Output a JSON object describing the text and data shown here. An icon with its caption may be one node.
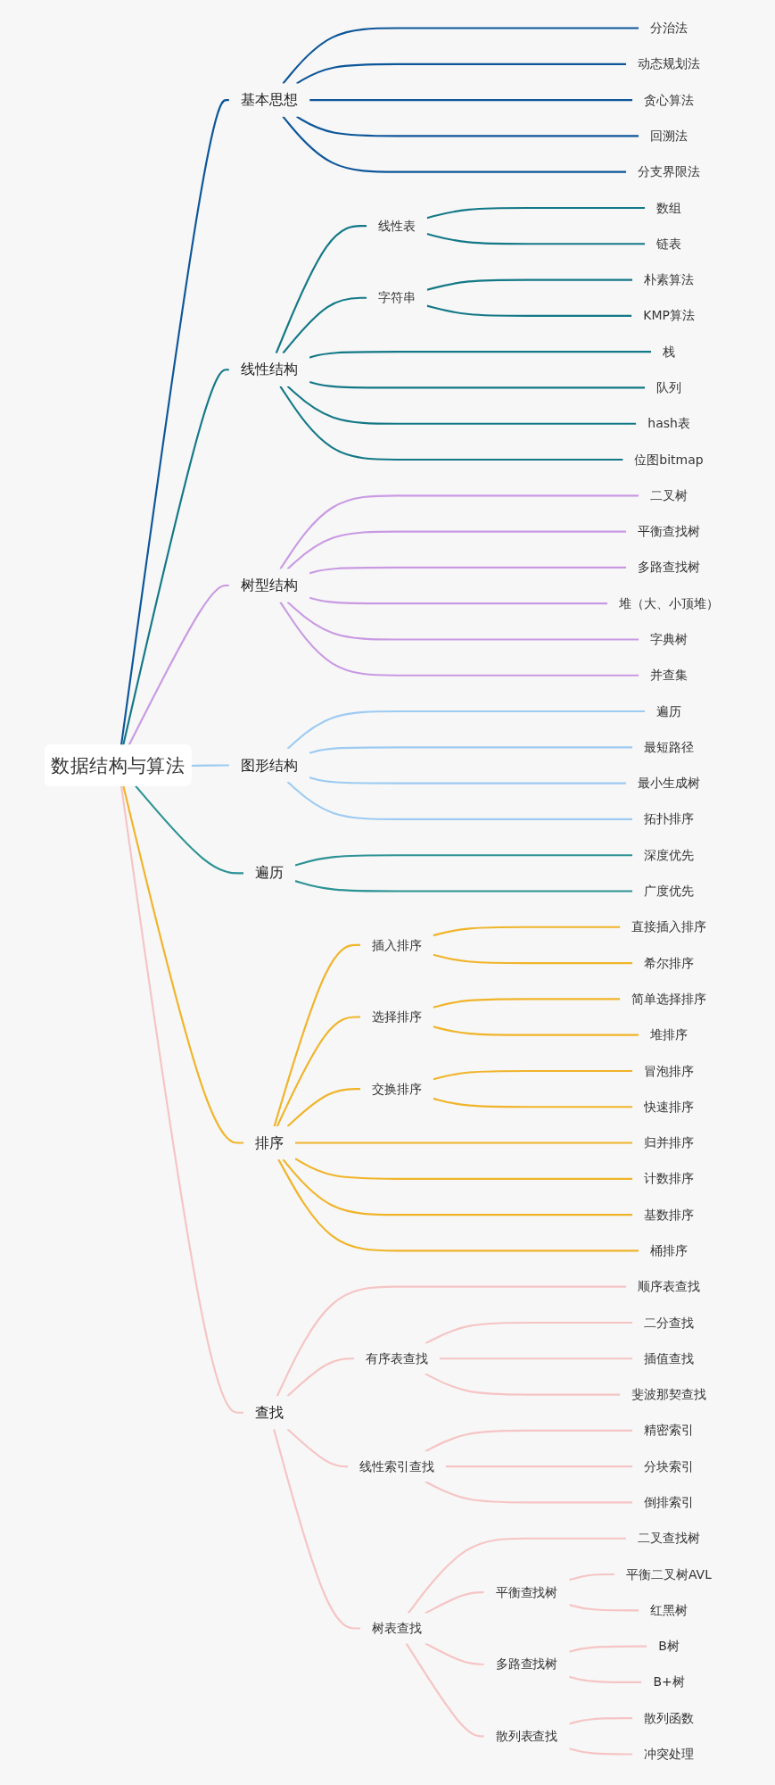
{
  "diagram": {
    "nodes": [
      {
        "text": [
          "数据结构与算法"
        ]
      },
      {
        "text": [
          "基本思想"
        ]
      },
      {
        "text": [
          "分治法"
        ]
      },
      {
        "text": [
          "动态规划法"
        ]
      },
      {
        "text": [
          "贪心算法"
        ]
      },
      {
        "text": [
          "回溯法"
        ]
      },
      {
        "text": [
          "分支界限法"
        ]
      },
      {
        "text": [
          "线性结构"
        ]
      },
      {
        "text": [
          "线性表"
        ]
      },
      {
        "text": [
          "数组"
        ]
      },
      {
        "text": [
          "链表"
        ]
      },
      {
        "text": [
          "字符串"
        ]
      },
      {
        "text": [
          "朴素算法"
        ]
      },
      {
        "text": [
          "KMP算法"
        ]
      },
      {
        "text": [
          "栈"
        ]
      },
      {
        "text": [
          "队列"
        ]
      },
      {
        "text": [
          "hash表"
        ]
      },
      {
        "text": [
          "位图bitmap"
        ]
      },
      {
        "text": [
          "树型结构"
        ]
      },
      {
        "text": [
          "二叉树"
        ]
      },
      {
        "text": [
          "平衡查找树"
        ]
      },
      {
        "text": [
          "多路查找树"
        ]
      },
      {
        "text": [
          "堆（大、小顶堆）"
        ]
      },
      {
        "text": [
          "字典树"
        ]
      },
      {
        "text": [
          "并查集"
        ]
      },
      {
        "text": [
          "图形结构"
        ]
      },
      {
        "text": [
          "遍历"
        ]
      },
      {
        "text": [
          "最短路径"
        ]
      },
      {
        "text": [
          "最小生成树"
        ]
      },
      {
        "text": [
          "拓扑排序"
        ]
      },
      {
        "text": [
          "遍历"
        ]
      },
      {
        "text": [
          "深度优先"
        ]
      },
      {
        "text": [
          "广度优先"
        ]
      },
      {
        "text": [
          "排序"
        ]
      },
      {
        "text": [
          "插入排序"
        ]
      },
      {
        "text": [
          "直接插入排序"
        ]
      },
      {
        "text": [
          "希尔排序"
        ]
      },
      {
        "text": [
          "选择排序"
        ]
      },
      {
        "text": [
          "简单选择排序"
        ]
      },
      {
        "text": [
          "堆排序"
        ]
      },
      {
        "text": [
          "交换排序"
        ]
      },
      {
        "text": [
          "冒泡排序"
        ]
      },
      {
        "text": [
          "快速排序"
        ]
      },
      {
        "text": [
          "归并排序"
        ]
      },
      {
        "text": [
          "计数排序"
        ]
      },
      {
        "text": [
          "基数排序"
        ]
      },
      {
        "text": [
          "桶排序"
        ]
      },
      {
        "text": [
          "查找"
        ]
      },
      {
        "text": [
          "顺序表查找"
        ]
      },
      {
        "text": [
          "有序表查找"
        ]
      },
      {
        "text": [
          "二分查找"
        ]
      },
      {
        "text": [
          "插值查找"
        ]
      },
      {
        "text": [
          "斐波那契查找"
        ]
      },
      {
        "text": [
          "线性索引查找"
        ]
      },
      {
        "text": [
          "精密索引"
        ]
      },
      {
        "text": [
          "分块索引"
        ]
      },
      {
        "text": [
          "倒排索引"
        ]
      },
      {
        "text": [
          "树表查找"
        ]
      },
      {
        "text": [
          "二叉查找树"
        ]
      },
      {
        "text": [
          "平衡查找树"
        ]
      },
      {
        "text": [
          "平衡二叉树AVL"
        ]
      },
      {
        "text": [
          "红黑树"
        ]
      },
      {
        "text": [
          "多路查找树"
        ]
      },
      {
        "text": [
          "B树"
        ]
      },
      {
        "text": [
          "B+树"
        ]
      },
      {
        "text": [
          "散列表查找"
        ]
      },
      {
        "text": [
          "散列函数"
        ]
      },
      {
        "text": [
          "冲突处理"
        ]
      }
    ],
    "edges": [
      {
        "from": 0,
        "to": 1,
        "arrow": "none",
        "color": "#0d5699"
      },
      {
        "from": 1,
        "to": 2,
        "arrow": "none",
        "color": "#0d5699"
      },
      {
        "from": 1,
        "to": 3,
        "arrow": "none",
        "color": "#0d5699"
      },
      {
        "from": 1,
        "to": 4,
        "arrow": "none",
        "color": "#0d5699"
      },
      {
        "from": 1,
        "to": 5,
        "arrow": "none",
        "color": "#0d5699"
      },
      {
        "from": 1,
        "to": 6,
        "arrow": "none",
        "color": "#0d5699"
      },
      {
        "from": 0,
        "to": 7,
        "arrow": "none",
        "color": "#137887"
      },
      {
        "from": 7,
        "to": 8,
        "arrow": "none",
        "color": "#137887"
      },
      {
        "from": 8,
        "to": 9,
        "arrow": "none",
        "color": "#137887"
      },
      {
        "from": 8,
        "to": 10,
        "arrow": "none",
        "color": "#137887"
      },
      {
        "from": 7,
        "to": 11,
        "arrow": "none",
        "color": "#137887"
      },
      {
        "from": 11,
        "to": 12,
        "arrow": "none",
        "color": "#137887"
      },
      {
        "from": 11,
        "to": 13,
        "arrow": "none",
        "color": "#137887"
      },
      {
        "from": 7,
        "to": 14,
        "arrow": "none",
        "color": "#137887"
      },
      {
        "from": 7,
        "to": 15,
        "arrow": "none",
        "color": "#137887"
      },
      {
        "from": 7,
        "to": 16,
        "arrow": "none",
        "color": "#137887"
      },
      {
        "from": 7,
        "to": 17,
        "arrow": "none",
        "color": "#137887"
      },
      {
        "from": 0,
        "to": 18,
        "arrow": "none",
        "color": "#c99ae3"
      },
      {
        "from": 18,
        "to": 19,
        "arrow": "none",
        "color": "#c99ae3"
      },
      {
        "from": 18,
        "to": 20,
        "arrow": "none",
        "color": "#c99ae3"
      },
      {
        "from": 18,
        "to": 21,
        "arrow": "none",
        "color": "#c99ae3"
      },
      {
        "from": 18,
        "to": 22,
        "arrow": "none",
        "color": "#c99ae3"
      },
      {
        "from": 18,
        "to": 23,
        "arrow": "none",
        "color": "#c99ae3"
      },
      {
        "from": 18,
        "to": 24,
        "arrow": "none",
        "color": "#c99ae3"
      },
      {
        "from": 0,
        "to": 25,
        "arrow": "none",
        "color": "#9dcbf2"
      },
      {
        "from": 25,
        "to": 26,
        "arrow": "none",
        "color": "#9dcbf2"
      },
      {
        "from": 25,
        "to": 27,
        "arrow": "none",
        "color": "#9dcbf2"
      },
      {
        "from": 25,
        "to": 28,
        "arrow": "none",
        "color": "#9dcbf2"
      },
      {
        "from": 25,
        "to": 29,
        "arrow": "none",
        "color": "#9dcbf2"
      },
      {
        "from": 0,
        "to": 30,
        "arrow": "none",
        "color": "#2c9294"
      },
      {
        "from": 30,
        "to": 31,
        "arrow": "none",
        "color": "#2c9294"
      },
      {
        "from": 30,
        "to": 32,
        "arrow": "none",
        "color": "#2c9294"
      },
      {
        "from": 0,
        "to": 33,
        "arrow": "none",
        "color": "#f0b429"
      },
      {
        "from": 33,
        "to": 34,
        "arrow": "none",
        "color": "#f0b429"
      },
      {
        "from": 34,
        "to": 35,
        "arrow": "none",
        "color": "#f0b429"
      },
      {
        "from": 34,
        "to": 36,
        "arrow": "none",
        "color": "#f0b429"
      },
      {
        "from": 33,
        "to": 37,
        "arrow": "none",
        "color": "#f0b429"
      },
      {
        "from": 37,
        "to": 38,
        "arrow": "none",
        "color": "#f0b429"
      },
      {
        "from": 37,
        "to": 39,
        "arrow": "none",
        "color": "#f0b429"
      },
      {
        "from": 33,
        "to": 40,
        "arrow": "none",
        "color": "#f0b429"
      },
      {
        "from": 40,
        "to": 41,
        "arrow": "none",
        "color": "#f0b429"
      },
      {
        "from": 40,
        "to": 42,
        "arrow": "none",
        "color": "#f0b429"
      },
      {
        "from": 33,
        "to": 43,
        "arrow": "none",
        "color": "#f0b429"
      },
      {
        "from": 33,
        "to": 44,
        "arrow": "none",
        "color": "#f0b429"
      },
      {
        "from": 33,
        "to": 45,
        "arrow": "none",
        "color": "#f0b429"
      },
      {
        "from": 33,
        "to": 46,
        "arrow": "none",
        "color": "#f0b429"
      },
      {
        "from": 0,
        "to": 47,
        "arrow": "none"
      },
      {
        "from": 47,
        "to": 48,
        "arrow": "none"
      },
      {
        "from": 47,
        "to": 49,
        "arrow": "none"
      },
      {
        "from": 49,
        "to": 50,
        "arrow": "none"
      },
      {
        "from": 49,
        "to": 51,
        "arrow": "none"
      },
      {
        "from": 49,
        "to": 52,
        "arrow": "none"
      },
      {
        "from": 47,
        "to": 53,
        "arrow": "none"
      },
      {
        "from": 53,
        "to": 54,
        "arrow": "none"
      },
      {
        "from": 53,
        "to": 55,
        "arrow": "none"
      },
      {
        "from": 53,
        "to": 56,
        "arrow": "none"
      },
      {
        "from": 47,
        "to": 57,
        "arrow": "none"
      },
      {
        "from": 57,
        "to": 58,
        "arrow": "none"
      },
      {
        "from": 57,
        "to": 59,
        "arrow": "none"
      },
      {
        "from": 59,
        "to": 60,
        "arrow": "none"
      },
      {
        "from": 59,
        "to": 61,
        "arrow": "none"
      },
      {
        "from": 57,
        "to": 62,
        "arrow": "none"
      },
      {
        "from": 62,
        "to": 63,
        "arrow": "none"
      },
      {
        "from": 62,
        "to": 64,
        "arrow": "none"
      },
      {
        "from": 57,
        "to": 65,
        "arrow": "none"
      },
      {
        "from": 65,
        "to": 66,
        "arrow": "none"
      },
      {
        "from": 65,
        "to": 67,
        "arrow": "none"
      }
    ]
  }
}
